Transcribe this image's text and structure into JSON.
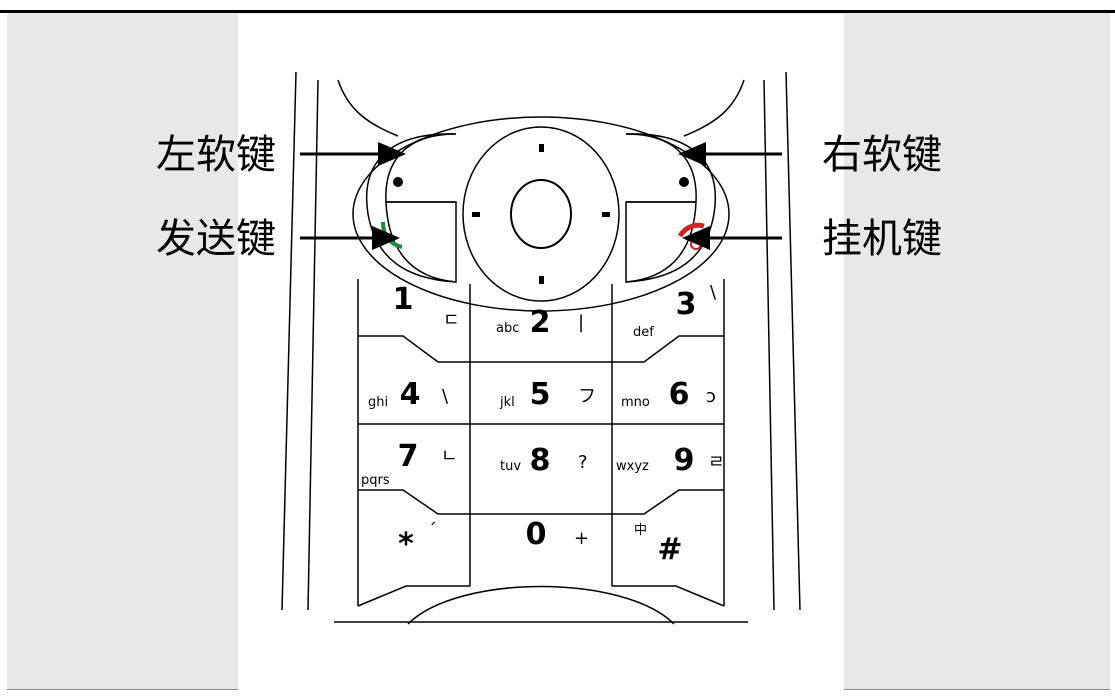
{
  "callouts": {
    "left_soft_key": "左软键",
    "right_soft_key": "右软键",
    "send_key": "发送键",
    "end_key": "挂机键"
  },
  "keypad": {
    "keys": [
      {
        "id": "1",
        "digit": "1",
        "letters": "",
        "extra": "ㄷ"
      },
      {
        "id": "2",
        "digit": "2",
        "letters": "abc",
        "extra": "|"
      },
      {
        "id": "3",
        "digit": "3",
        "letters": "def",
        "extra": "\\"
      },
      {
        "id": "4",
        "digit": "4",
        "letters": "ghi",
        "extra": "\\"
      },
      {
        "id": "5",
        "digit": "5",
        "letters": "jkl",
        "extra": "フ"
      },
      {
        "id": "6",
        "digit": "6",
        "letters": "mno",
        "extra": "ɔ"
      },
      {
        "id": "7",
        "digit": "7",
        "letters": "pqrs",
        "extra": "ㄴ"
      },
      {
        "id": "8",
        "digit": "8",
        "letters": "tuv",
        "extra": "?"
      },
      {
        "id": "9",
        "digit": "9",
        "letters": "wxyz",
        "extra": "ㄹ"
      },
      {
        "id": "star",
        "digit": "*",
        "letters": "",
        "extra": "´"
      },
      {
        "id": "0",
        "digit": "0",
        "letters": "",
        "extra": "+"
      },
      {
        "id": "hash",
        "digit": "#",
        "letters": "中",
        "extra": ""
      }
    ]
  },
  "colors": {
    "send_icon": "#1a8a3a",
    "end_icon": "#d42020",
    "panel_bg": "#e8e8e8"
  }
}
